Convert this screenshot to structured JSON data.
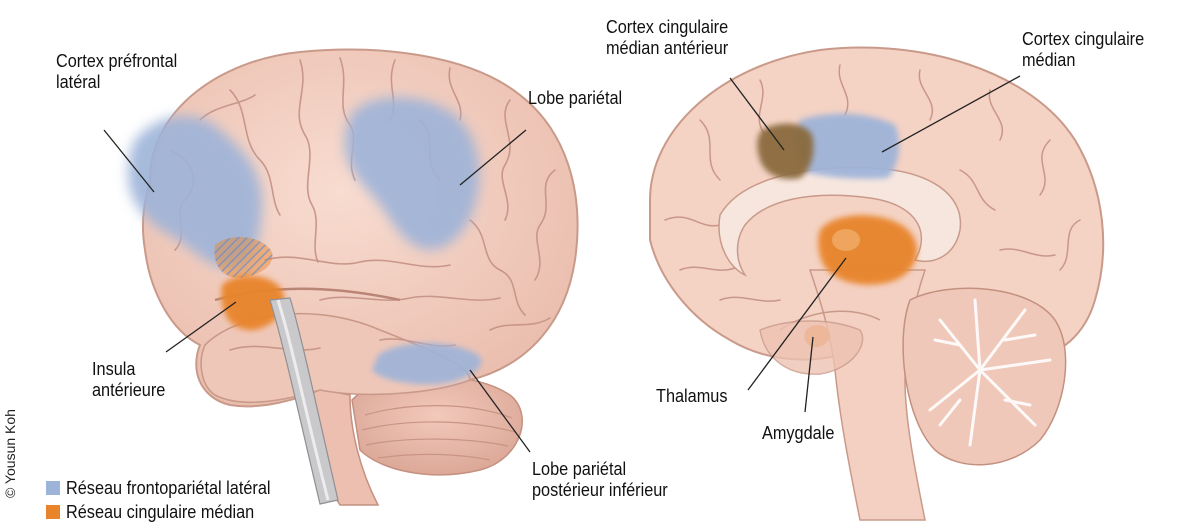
{
  "colors": {
    "network_frontoparietal": "#9db3d9",
    "network_cingulate": "#e8842a",
    "brain_tissue": "#f3cdbf",
    "brain_outline": "#c99a8a"
  },
  "left_brain": {
    "labels": {
      "lateral_prefrontal_cortex": [
        "Cortex préfrontal",
        "latéral"
      ],
      "parietal_lobe": "Lobe pariétal",
      "anterior_insula": [
        "Insula",
        "antérieure"
      ],
      "inferior_posterior_parietal_lobe": [
        "Lobe pariétal",
        "postérieur inférieur"
      ]
    }
  },
  "right_brain": {
    "labels": {
      "anterior_mid_cingulate_cortex": [
        "Cortex cingulaire",
        "médian antérieur"
      ],
      "mid_cingulate_cortex": [
        "Cortex cingulaire",
        "médian"
      ],
      "thalamus": "Thalamus",
      "amygdala": "Amygdale"
    }
  },
  "legend": [
    {
      "label": "Réseau frontopariétal latéral",
      "color": "#9db3d9"
    },
    {
      "label": "Réseau cingulaire médian",
      "color": "#e8842a"
    }
  ],
  "credit": "© Yousun Koh"
}
